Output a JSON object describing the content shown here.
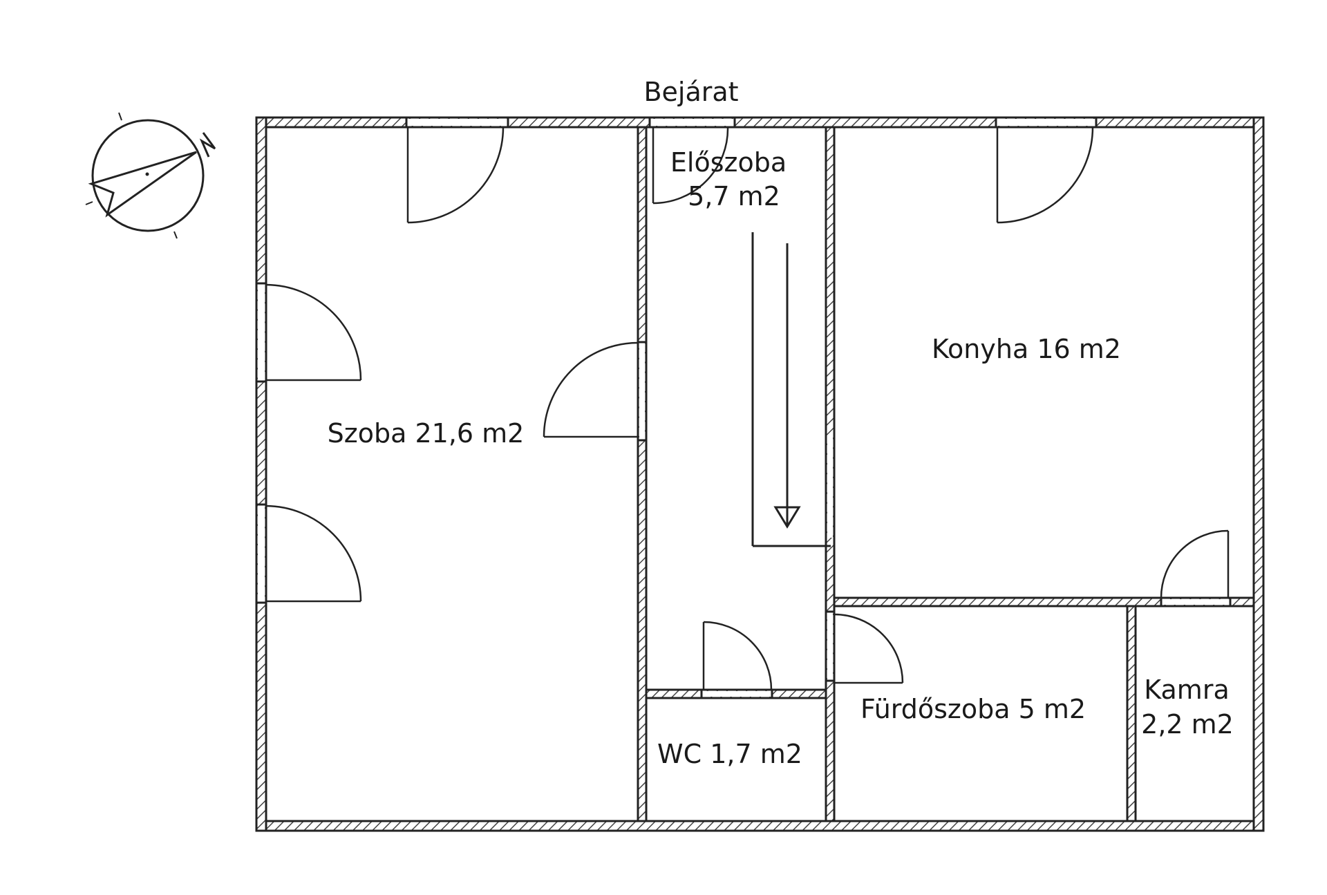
{
  "plan": {
    "entrance": "Bejárat",
    "rooms": {
      "eloszoba": [
        "Előszoba",
        "5,7 m2"
      ],
      "konyha": "Konyha 16 m2",
      "szoba": "Szoba 21,6 m2",
      "wc": "WC 1,7 m2",
      "furdoszoba": "Fürdőszoba 5 m2",
      "kamra": [
        "Kamra",
        "2,2 m2"
      ]
    },
    "compass": {
      "north_label": "N"
    }
  }
}
